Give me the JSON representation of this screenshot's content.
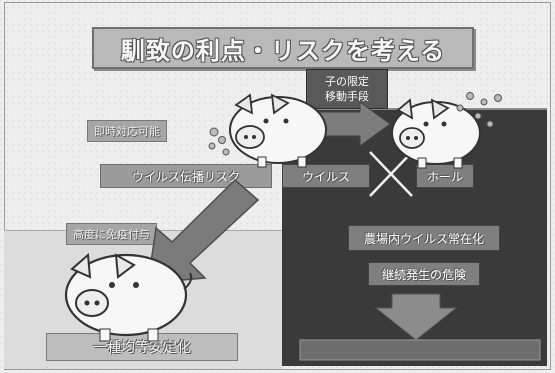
{
  "slide": {
    "title": "馴致の利点・リスクを考える",
    "top_callout": "子の限定\n移動手段",
    "label_immediate": "即時対応可能",
    "label_secure": "高度に免疫付与",
    "box_left": "ウイルス伝播リスク",
    "box_middle": "ウイルス",
    "box_right": "ホール",
    "box_farm_virus": "農場内ウイルス常在化",
    "box_continuous": "継続発生の危険",
    "bottom_result": "一種均等安定化"
  }
}
